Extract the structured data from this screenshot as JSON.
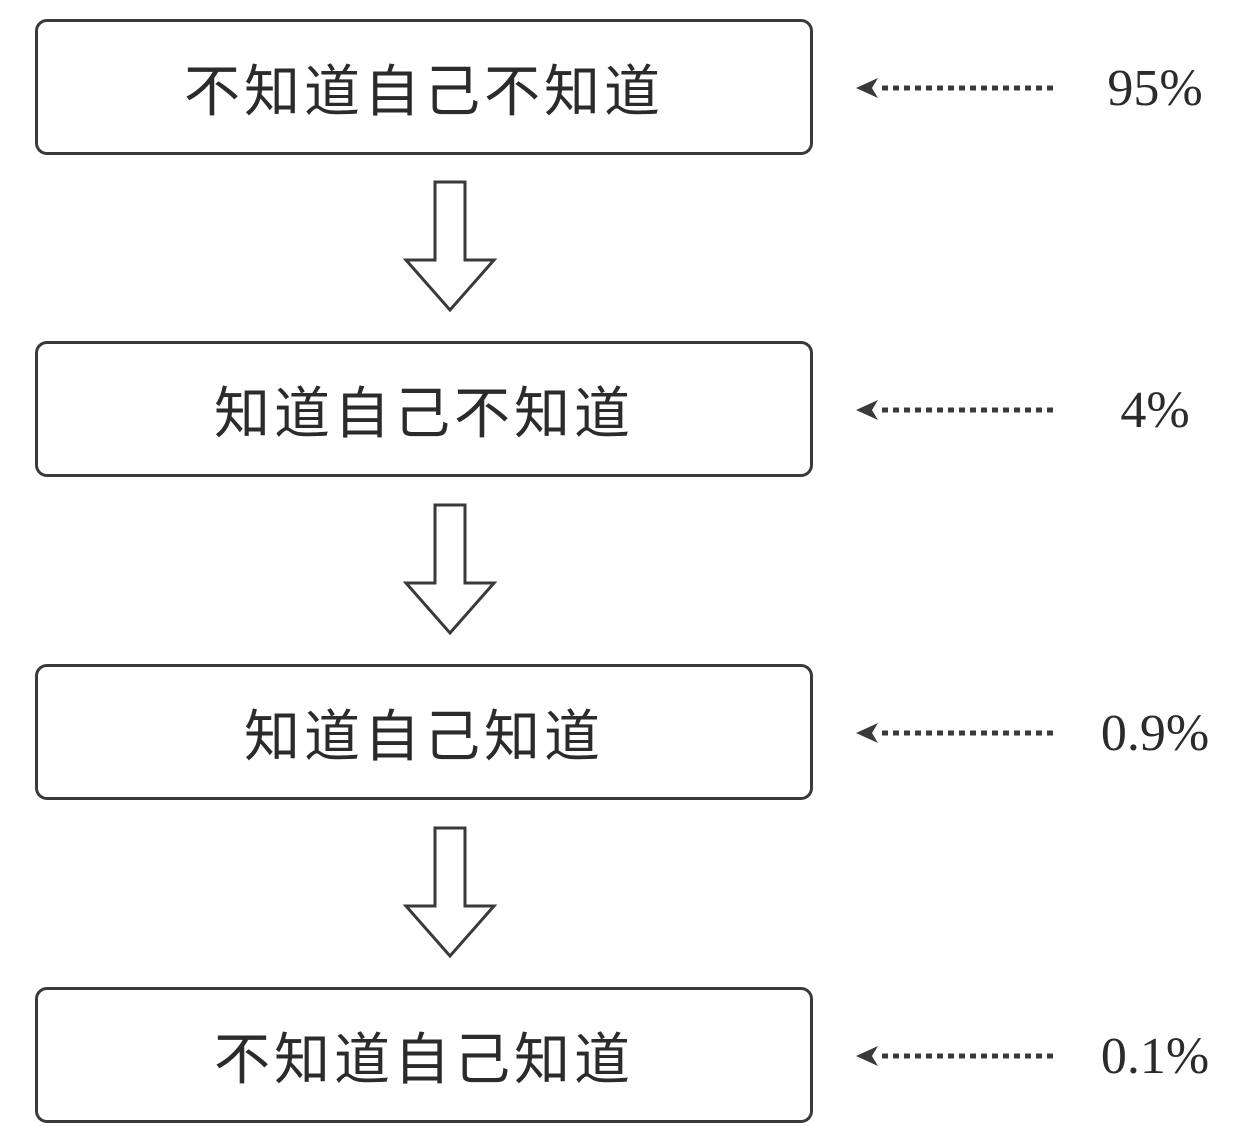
{
  "stages": [
    {
      "label": "不知道自己不知道",
      "percentage": "95%"
    },
    {
      "label": "知道自己不知道",
      "percentage": "4%"
    },
    {
      "label": "知道自己知道",
      "percentage": "0.9%"
    },
    {
      "label": "不知道自己知道",
      "percentage": "0.1%"
    }
  ],
  "colors": {
    "stroke": "#3a3a3a",
    "text": "#2b2b2b",
    "background": "#ffffff"
  }
}
